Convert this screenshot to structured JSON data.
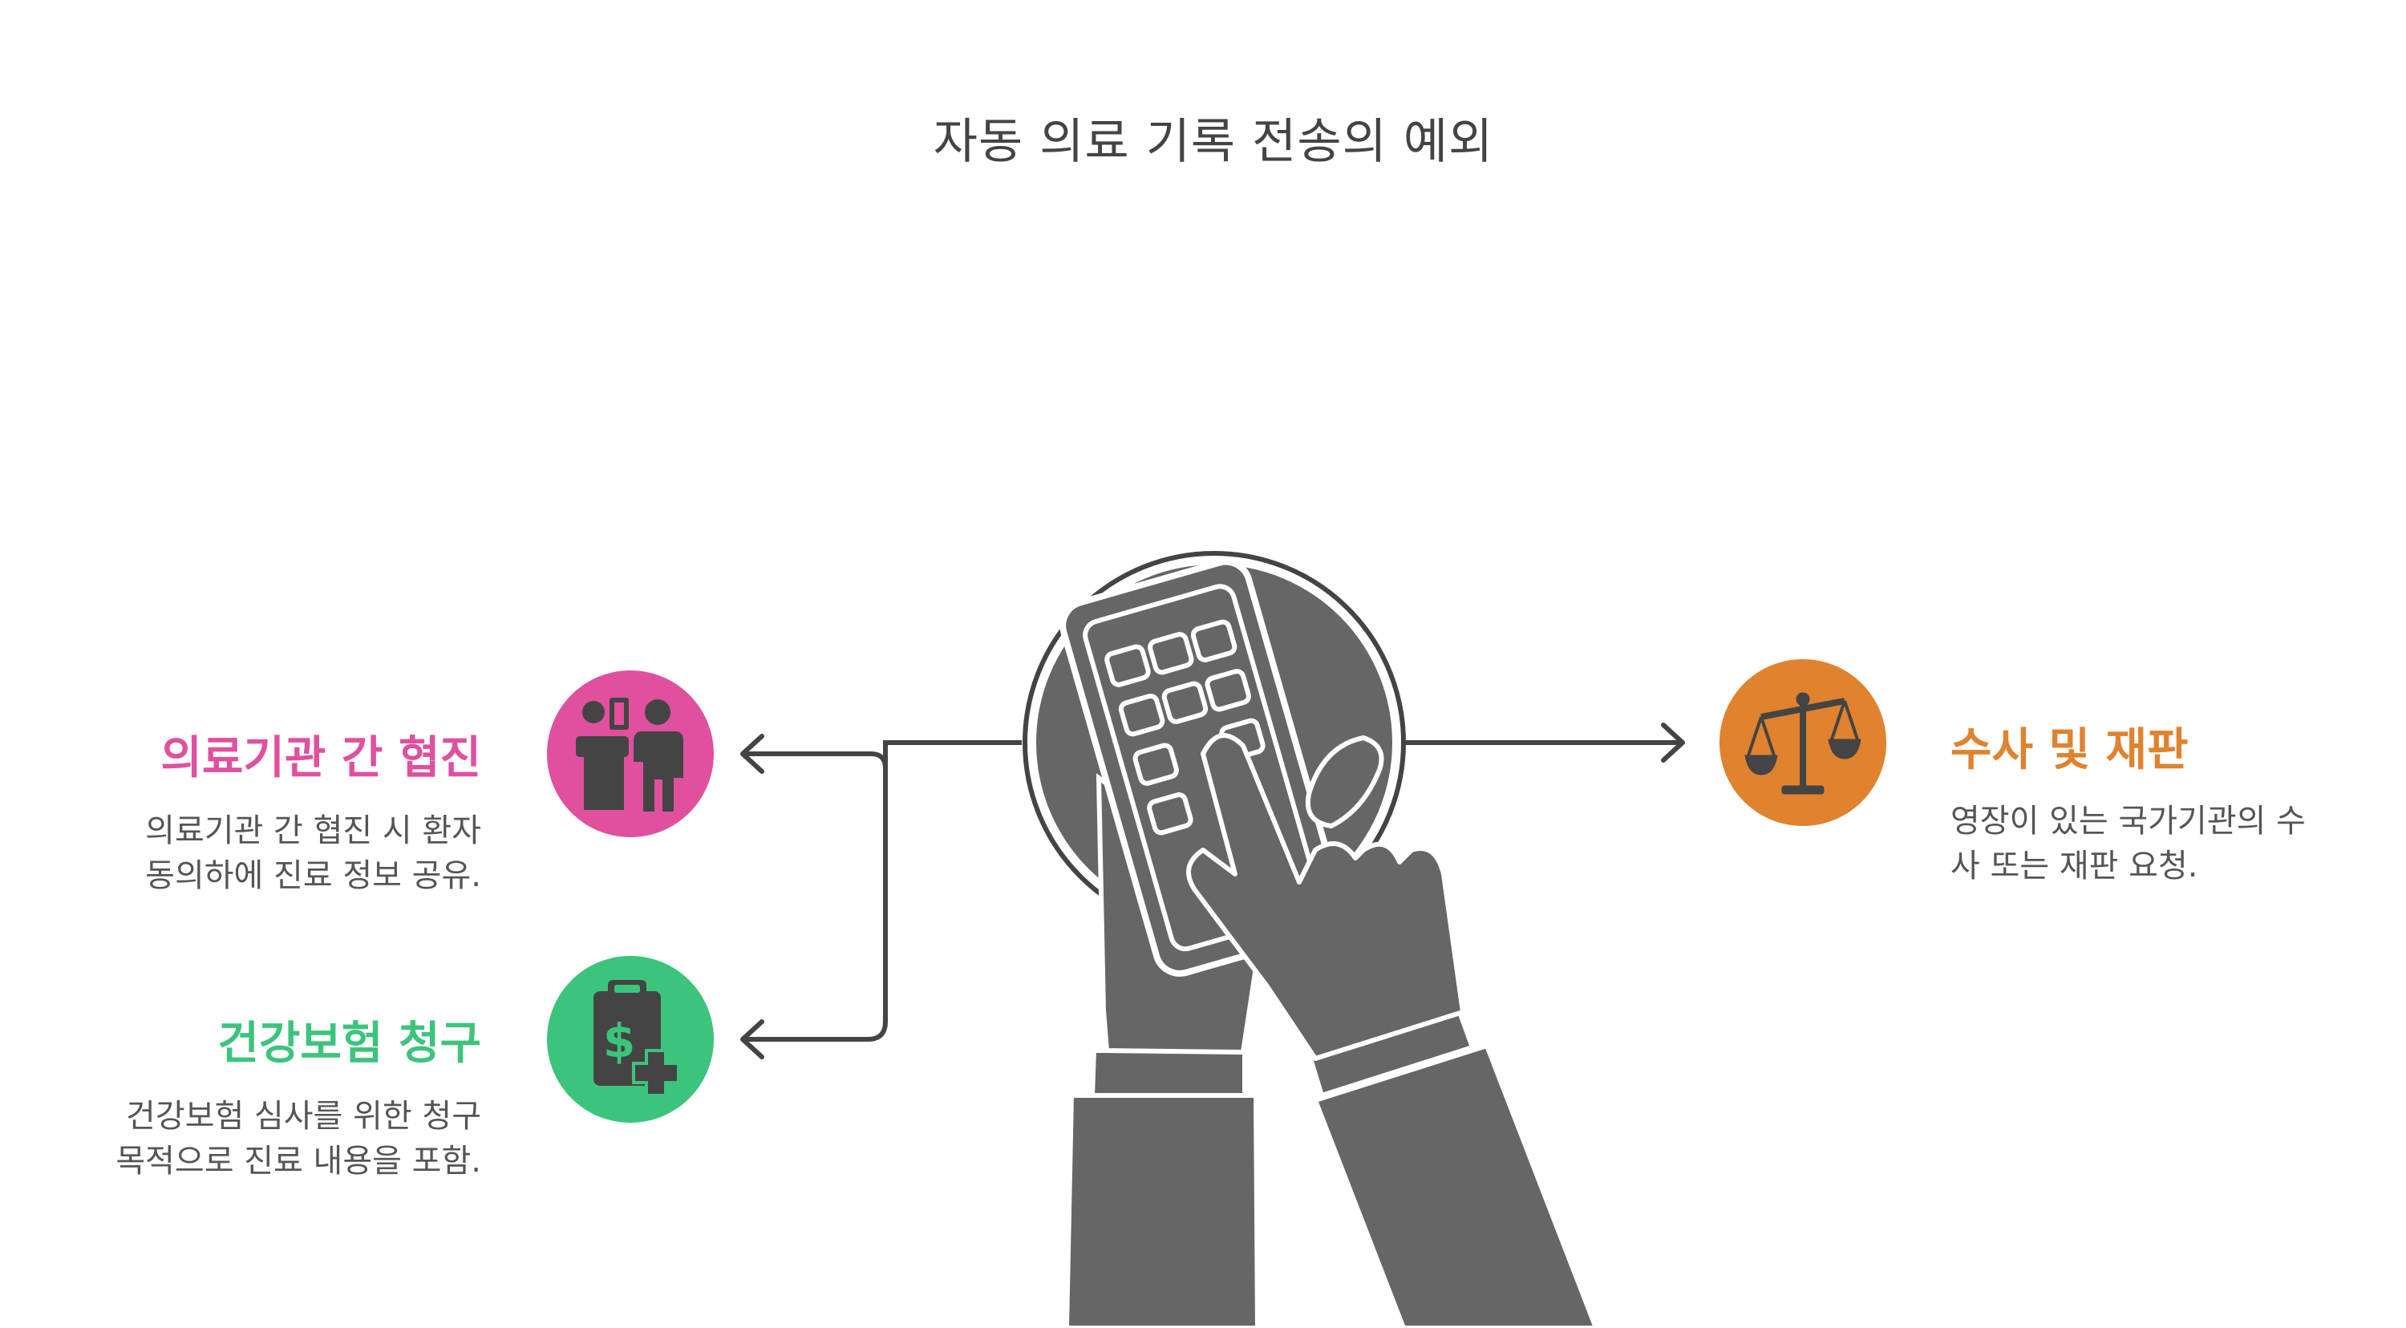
{
  "title": "자동 의료 기록 전송의 예외",
  "colors": {
    "pink": "#E0509E",
    "green": "#3CC47C",
    "orange": "#E0822E",
    "dark": "#666666",
    "line": "#444444"
  },
  "items": {
    "cooperation": {
      "label": "의료기관 간 협진",
      "desc_lines": [
        "의료기관 간 협진 시 환자",
        "동의하에 진료 정보 공유."
      ],
      "icon": "doctor-patient-icon"
    },
    "insurance": {
      "label": "건강보험 청구",
      "desc_lines": [
        "건강보험 심사를 위한 청구",
        "목적으로 진료 내용을 포함."
      ],
      "icon": "clipboard-dollar-icon"
    },
    "investigation": {
      "label": "수사 및 재판",
      "desc_lines": [
        "영장이 있는 국가기관의 수",
        "사 또는 재판 요청."
      ],
      "icon": "scales-icon"
    }
  },
  "center": {
    "icon": "hands-phone-icon"
  }
}
